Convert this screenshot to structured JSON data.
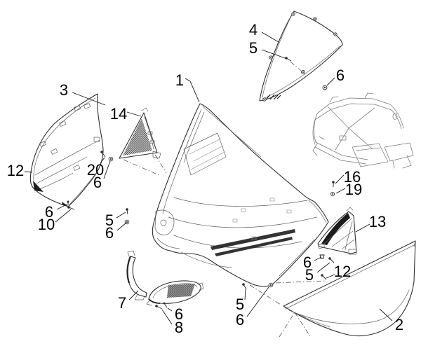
{
  "diagram": {
    "background_color": "#ffffff",
    "outline_color": "#2e2e2e",
    "detail_color": "#5f5f5f",
    "frame_color": "#7d7d7d",
    "leader_color": "#1a1a1a",
    "label_color": "#000000",
    "callouts": [
      {
        "text": "3"
      },
      {
        "text": "12"
      },
      {
        "text": "20"
      },
      {
        "text": "6"
      },
      {
        "text": "6"
      },
      {
        "text": "10"
      },
      {
        "text": "5"
      },
      {
        "text": "6"
      },
      {
        "text": "14"
      },
      {
        "text": "1"
      },
      {
        "text": "4"
      },
      {
        "text": "5"
      },
      {
        "text": "6"
      },
      {
        "text": "16"
      },
      {
        "text": "19"
      },
      {
        "text": "13"
      },
      {
        "text": "6"
      },
      {
        "text": "5"
      },
      {
        "text": "12"
      },
      {
        "text": "2"
      },
      {
        "text": "5"
      },
      {
        "text": "6"
      },
      {
        "text": "7"
      },
      {
        "text": "6"
      },
      {
        "text": "8"
      }
    ]
  }
}
